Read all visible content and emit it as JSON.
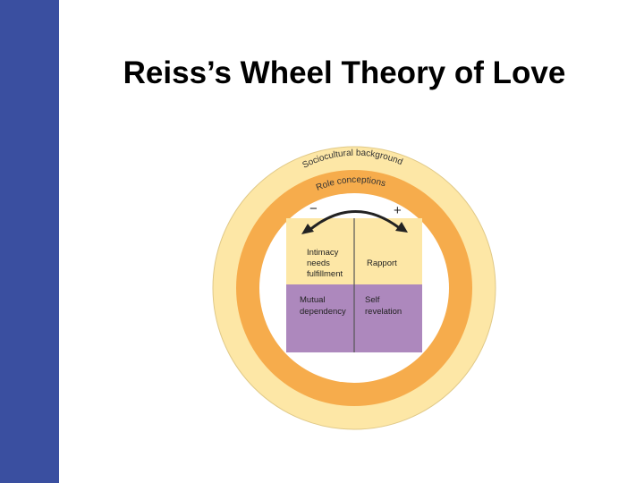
{
  "slide": {
    "title": "Reiss’s Wheel Theory of Love",
    "colors": {
      "sidebar": "#3a4fa0",
      "outer_ring": "#fde7a6",
      "middle_ring": "#f6ac4c",
      "inner_top": "#fde7a6",
      "inner_bottom": "#ad88bd"
    }
  },
  "wheel": {
    "outer_ring_label": "Sociocultural background",
    "middle_ring_label": "Role conceptions",
    "arrow": {
      "minus": "−",
      "plus": "+"
    },
    "quadrants": {
      "top_left": [
        "Intimacy",
        "needs",
        "fulfillment"
      ],
      "top_right": [
        "Rapport"
      ],
      "bottom_left": [
        "Mutual",
        "dependency"
      ],
      "bottom_right": [
        "Self",
        "revelation"
      ]
    }
  }
}
